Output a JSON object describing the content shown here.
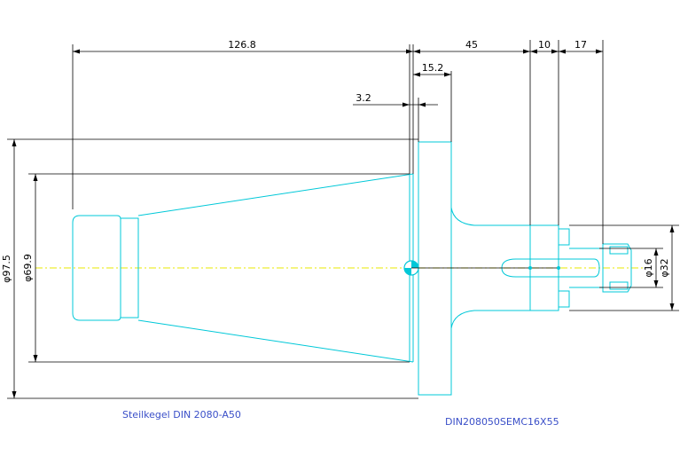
{
  "dimensions": {
    "d_126_8": "126.8",
    "d_45": "45",
    "d_10": "10",
    "d_17": "17",
    "d_15_2": "15.2",
    "d_3_2": "3.2",
    "d_phi97_5": "φ97.5",
    "d_phi69_9": "φ69.9",
    "d_phi16": "φ16",
    "d_phi32": "φ32"
  },
  "captions": {
    "left": "Steilkegel DIN 2080-A50",
    "right": "DIN208050SEMC16X55"
  },
  "colors": {
    "outline": "#00c8d8",
    "dimension": "#000000",
    "centerline": "#e8e800",
    "caption": "#3a4fc8"
  }
}
